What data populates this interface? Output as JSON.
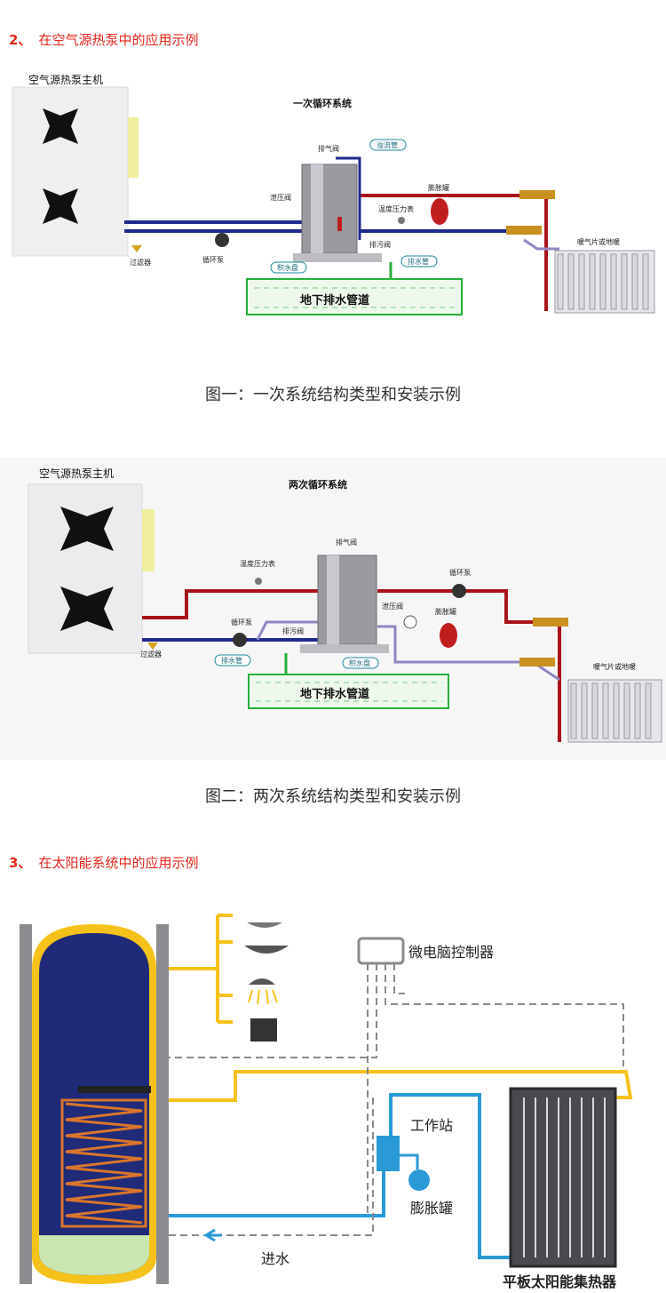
{
  "section2": {
    "number": "2、",
    "title": "在空气源热泵中的应用示例"
  },
  "section3": {
    "number": "3、",
    "title": "在太阳能系统中的应用示例"
  },
  "diagram1": {
    "unit_label": "空气源热泵主机",
    "system_title": "一次循环系统",
    "labels": {
      "exhaust_valve": "排气阀",
      "pressure_relief": "泄压阀",
      "float_pipe": "溢流管",
      "expansion_tank": "膨胀罐",
      "temp_gauge": "温度压力表",
      "drain_valve": "排污阀",
      "filter": "过滤器",
      "pump": "循环泵",
      "drip_tray": "积水盘",
      "drain_pipe": "排水管",
      "underground": "地下排水管道",
      "radiator": "暖气片或地暖"
    },
    "caption": "图一：一次系统结构类型和安装示例"
  },
  "diagram2": {
    "unit_label": "空气源热泵主机",
    "system_title": "两次循环系统",
    "labels": {
      "exhaust_valve": "排气阀",
      "temp_gauge": "温度压力表",
      "pump_top": "循环泵",
      "pump_left": "循环泵",
      "drain_valve": "排污阀",
      "pressure_relief": "泄压阀",
      "expansion_tank": "膨胀罐",
      "filter": "过滤器",
      "drain_pipe": "排水管",
      "drip_tray": "积水盘",
      "underground": "地下排水管道",
      "radiator": "暖气片或地暖"
    },
    "caption": "图二：两次系统结构类型和安装示例"
  },
  "diagram3": {
    "labels": {
      "controller": "微电脑控制器",
      "workstation": "工作站",
      "expansion_tank": "膨胀罐",
      "water_in": "进水",
      "collector": "平板太阳能集热器"
    }
  },
  "colors": {
    "accent_red": "#e8261a",
    "pipe_red": "#a8141a",
    "pipe_blue": "#1e2a8c",
    "pipe_purple": "#8f86c2",
    "solar_yellow": "#f5c21b",
    "solar_blue": "#2a9ad6",
    "tank_navy": "#1f2a78"
  }
}
